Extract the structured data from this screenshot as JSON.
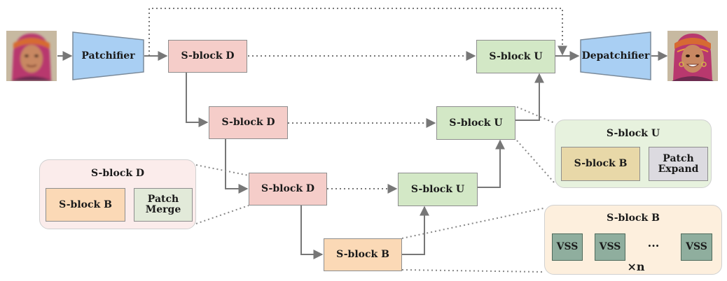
{
  "encoder": {
    "patchifier": "Patchifier",
    "depatchifier": "Depatchifier",
    "block_d": "S-block D",
    "block_u": "S-block U",
    "block_b": "S-block B"
  },
  "legend_d": {
    "title": "S-block D",
    "left": "S-block B",
    "right_line1": "Patch",
    "right_line2": "Merge"
  },
  "legend_u": {
    "title": "S-block U",
    "left": "S-block B",
    "right_line1": "Patch",
    "right_line2": "Expand"
  },
  "legend_b": {
    "title": "S-block B",
    "cell": "VSS",
    "ellipsis": "···",
    "repeat": "×n"
  },
  "colors": {
    "arrow": "#777777",
    "down_block": "#f5cdc9",
    "up_block": "#d3e8c6",
    "bottleneck": "#fbd9b6",
    "patchify": "#a9cff3"
  }
}
